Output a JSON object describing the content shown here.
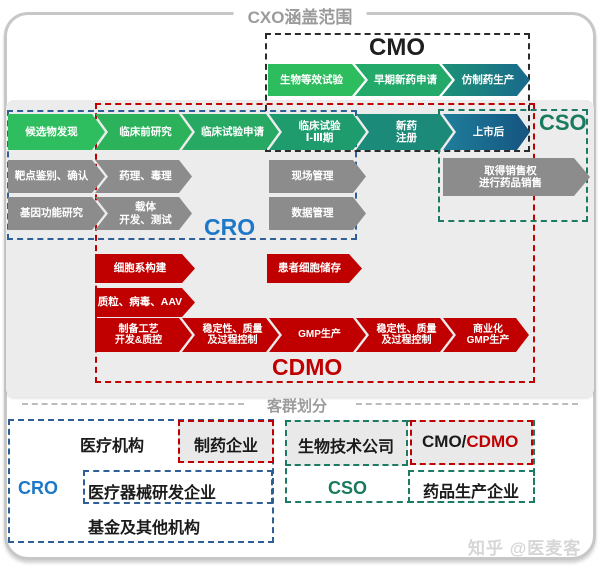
{
  "page_title": "CXO涵盖范围",
  "section2_title": "客群划分",
  "watermark": "知乎 @医麦客",
  "colors": {
    "cro_blue": "#1e78c8",
    "cso_teal": "#1a7a5e",
    "cdmo_red": "#c00000",
    "cmo_black": "#1f1f1f",
    "gray_arrow": "#8c8c8c"
  },
  "cmo": {
    "label": "CMO",
    "arrows": [
      {
        "label": "生物等效试验",
        "bg": "#2dbd5e"
      },
      {
        "label": "早期新药申请",
        "bg": "#23a96a"
      },
      {
        "label": "仿制药生产",
        "bg": "linear-gradient(90deg,#1d9277,#19698c)"
      }
    ]
  },
  "main_flow": {
    "arrows": [
      {
        "label": "候选物发现",
        "bg": "#2fbe5f"
      },
      {
        "label": "临床前研究",
        "bg": "#2bb25b"
      },
      {
        "label": "临床试验申请",
        "bg": "#27a963"
      },
      {
        "label": "临床试验\nⅠ-Ⅲ期",
        "bg": "#1f9c6e"
      },
      {
        "label": "新药\n注册",
        "bg": "#1b8a78"
      },
      {
        "label": "上市后",
        "bg": "linear-gradient(90deg,#1f7e9b,#155480)"
      }
    ]
  },
  "cso": {
    "label": "CSO"
  },
  "cro": {
    "label": "CRO"
  },
  "gray_rows": {
    "row1": [
      {
        "label": "靶点鉴别、确认"
      },
      {
        "label": "药理、毒理"
      },
      {
        "label": "现场管理"
      },
      {
        "label": "取得销售权\n进行药品销售"
      }
    ],
    "row2": [
      {
        "label": "基因功能研究"
      },
      {
        "label": "载体\n开发、测试"
      },
      {
        "label": "数据管理"
      }
    ]
  },
  "cdmo": {
    "label": "CDMO",
    "row_a": [
      {
        "label": "细胞系构建"
      },
      {
        "label": "患者细胞储存"
      }
    ],
    "row_b": [
      {
        "label": "质粒、病毒、AAV"
      }
    ],
    "row_c": [
      {
        "label": "制备工艺\n开发&质控"
      },
      {
        "label": "稳定性、质量\n及过程控制"
      },
      {
        "label": "GMP生产"
      },
      {
        "label": "稳定性、质量\n及过程控制"
      },
      {
        "label": "商业化\nGMP生产"
      }
    ]
  },
  "segments": {
    "medical_org": "医疗机构",
    "pharma": "制药企业",
    "biotech": "生物技术公司",
    "cmo_part": "CMO/",
    "cdmo_part": "CDMO",
    "cro_label": "CRO",
    "device": "医疗器械研发企业",
    "cso_label": "CSO",
    "drug_mfr": "药品生产企业",
    "fund": "基金及其他机构"
  }
}
